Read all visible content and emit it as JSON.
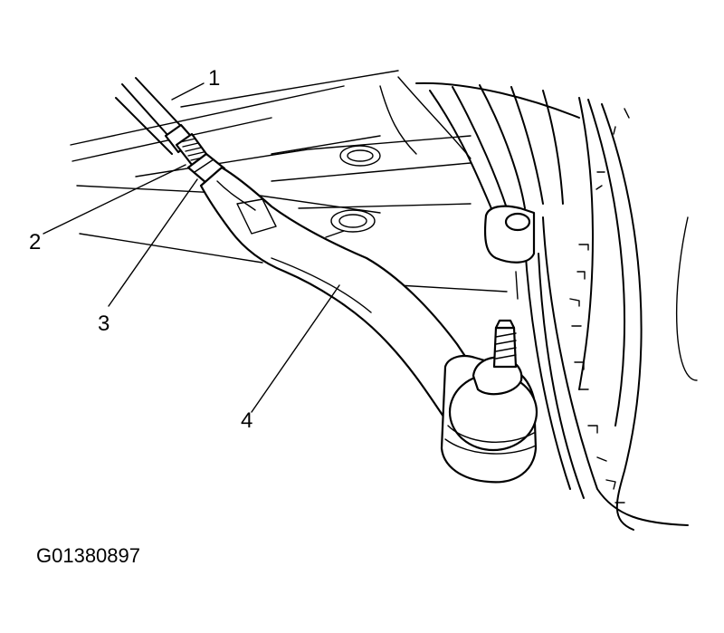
{
  "callouts": {
    "c1": "1",
    "c2": "2",
    "c3": "3",
    "c4": "4"
  },
  "figure_code": "G01380897"
}
